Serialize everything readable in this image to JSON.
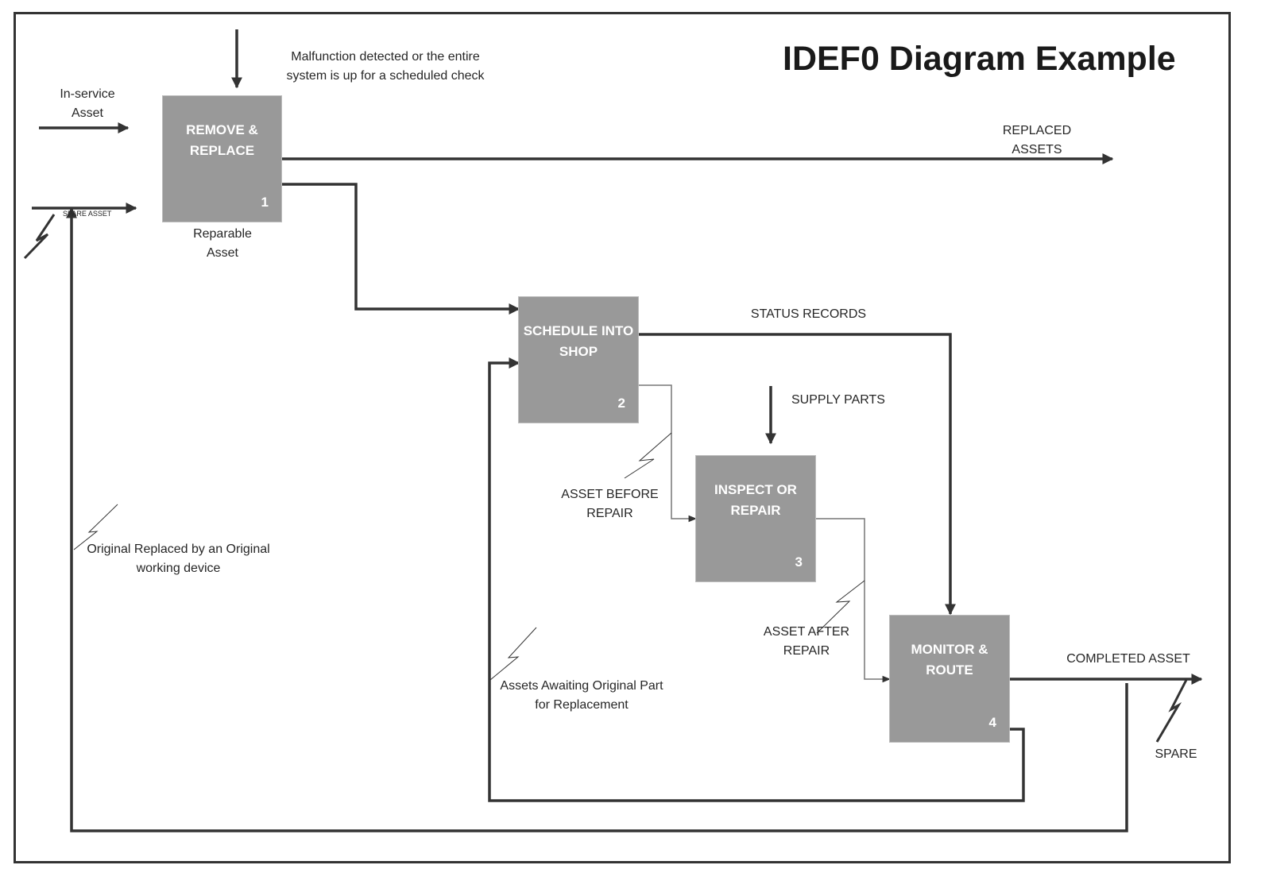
{
  "title": "IDEF0 Diagram Example",
  "boxes": [
    {
      "label": "REMOVE &\nREPLACE",
      "number": "1"
    },
    {
      "label": "SCHEDULE INTO\nSHOP",
      "number": "2"
    },
    {
      "label": "INSPECT OR\nREPAIR",
      "number": "3"
    },
    {
      "label": "MONITOR &\nROUTE",
      "number": "4"
    }
  ],
  "labels": {
    "control_1": "Malfunction detected or the entire\nsystem is up for a scheduled check",
    "input_in_service": "In-service\nAsset",
    "input_spare": "SPARE ASSET",
    "reparable": "Reparable\nAsset",
    "replaced_assets": "REPLACED\nASSETS",
    "status_records": "STATUS RECORDS",
    "supply_parts": "SUPPLY PARTS",
    "asset_before_repair": "ASSET BEFORE\nREPAIR",
    "asset_after_repair": "ASSET AFTER\nREPAIR",
    "completed_asset": "COMPLETED ASSET",
    "spare": "SPARE",
    "original_replaced": "Original Replaced by an Original\nworking device",
    "assets_awaiting": "Assets Awaiting Original Part\nfor Replacement"
  },
  "colors": {
    "box_fill": "#999999",
    "line": "#333333",
    "thin_line": "#777777",
    "text": "#262626"
  }
}
